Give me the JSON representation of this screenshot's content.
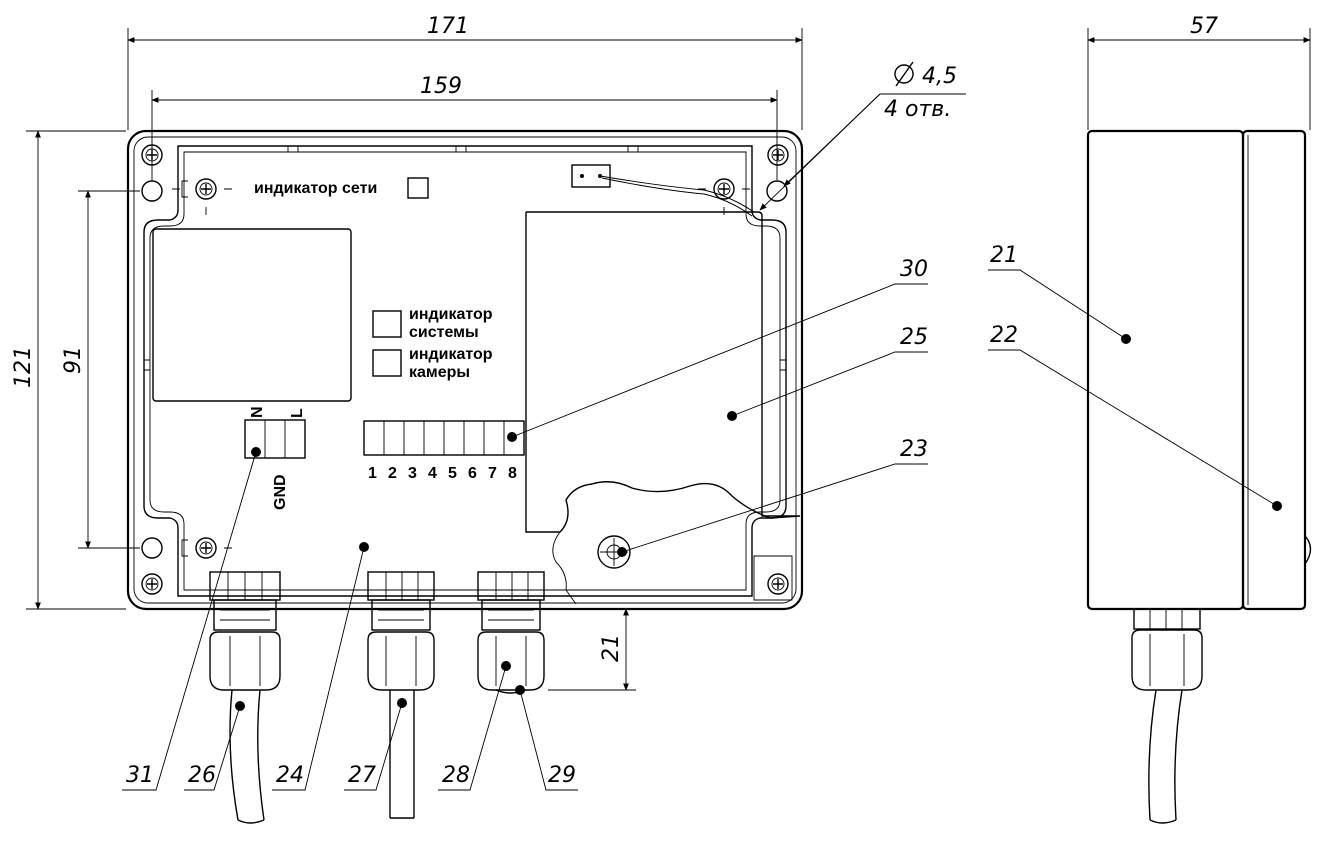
{
  "dimensions": {
    "width_total": "171",
    "width_holes": "159",
    "depth": "57",
    "height_total": "121",
    "height_holes": "91",
    "gland_protrusion": "21",
    "hole_diameter": "4,5",
    "hole_count": "4 отв."
  },
  "labels": {
    "network_indicator": "индикатор сети",
    "system_indicator_line1": "индикатор",
    "system_indicator_line2": "системы",
    "camera_indicator_line1": "индикатор",
    "camera_indicator_line2": "камеры",
    "terminal_n": "N",
    "terminal_l": "L",
    "terminal_gnd": "GND"
  },
  "dip_numbers": [
    "1",
    "2",
    "3",
    "4",
    "5",
    "6",
    "7",
    "8"
  ],
  "callouts": {
    "c21": "21",
    "c22": "22",
    "c23": "23",
    "c24": "24",
    "c25": "25",
    "c26": "26",
    "c27": "27",
    "c28": "28",
    "c29": "29",
    "c30": "30",
    "c31": "31"
  },
  "symbols": {
    "diameter": "diameter-symbol",
    "screw": "screw-icon"
  }
}
